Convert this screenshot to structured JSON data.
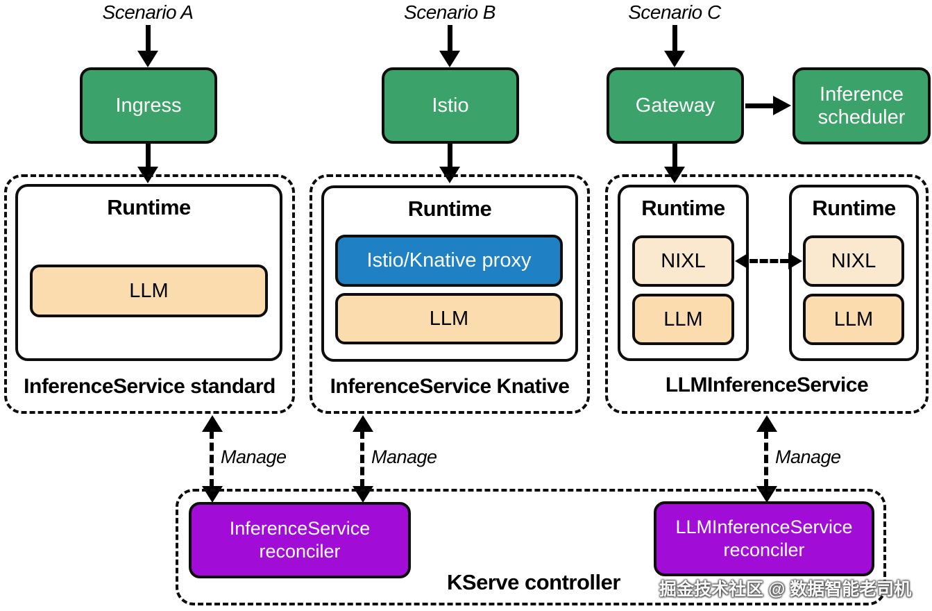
{
  "scenarios": {
    "a": "Scenario A",
    "b": "Scenario B",
    "c": "Scenario C"
  },
  "nodes": {
    "ingress": "Ingress",
    "istio": "Istio",
    "gateway": "Gateway",
    "scheduler": "Inference scheduler",
    "runtime": "Runtime",
    "proxy": "Istio/Knative proxy",
    "llm": "LLM",
    "nixl": "NIXL"
  },
  "groups": {
    "standard": "InferenceService standard",
    "knative": "InferenceService Knative",
    "llm_service": "LLMInferenceService",
    "kserve": "KServe controller"
  },
  "reconcilers": {
    "inference_service": "InferenceService reconciler",
    "llm_inference_service": "LLMInferenceService reconciler"
  },
  "edge_labels": {
    "manage": "Manage"
  },
  "watermark": "掘金技术社区 @ 数据智能老司机",
  "colors": {
    "green": "#3BA269",
    "blue": "#1F81C4",
    "llm_fill": "#FBDCAE",
    "nixl_fill": "#FAE8CF",
    "purple": "#A10DD6",
    "line": "#000000",
    "background": "#FFFFFF"
  }
}
